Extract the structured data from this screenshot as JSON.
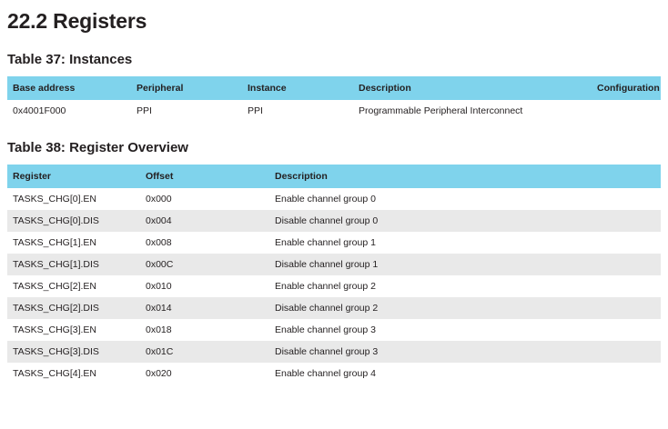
{
  "section": {
    "title": "22.2 Registers"
  },
  "instances": {
    "caption": "Table 37: Instances",
    "headers": [
      "Base address",
      "Peripheral",
      "Instance",
      "Description",
      "Configuration"
    ],
    "rows": [
      [
        "0x4001F000",
        "PPI",
        "PPI",
        "Programmable Peripheral Interconnect",
        ""
      ]
    ]
  },
  "registers": {
    "caption": "Table 38: Register Overview",
    "headers": [
      "Register",
      "Offset",
      "Description"
    ],
    "rows": [
      [
        "TASKS_CHG[0].EN",
        "0x000",
        "Enable channel group 0"
      ],
      [
        "TASKS_CHG[0].DIS",
        "0x004",
        "Disable channel group 0"
      ],
      [
        "TASKS_CHG[1].EN",
        "0x008",
        "Enable channel group 1"
      ],
      [
        "TASKS_CHG[1].DIS",
        "0x00C",
        "Disable channel group 1"
      ],
      [
        "TASKS_CHG[2].EN",
        "0x010",
        "Enable channel group 2"
      ],
      [
        "TASKS_CHG[2].DIS",
        "0x014",
        "Disable channel group 2"
      ],
      [
        "TASKS_CHG[3].EN",
        "0x018",
        "Enable channel group 3"
      ],
      [
        "TASKS_CHG[3].DIS",
        "0x01C",
        "Disable channel group 3"
      ],
      [
        "TASKS_CHG[4].EN",
        "0x020",
        "Enable channel group 4"
      ]
    ]
  },
  "colors": {
    "header_bg": "#7fd3ec",
    "row_alt_bg": "#e9e9e9",
    "text": "#231f20"
  }
}
